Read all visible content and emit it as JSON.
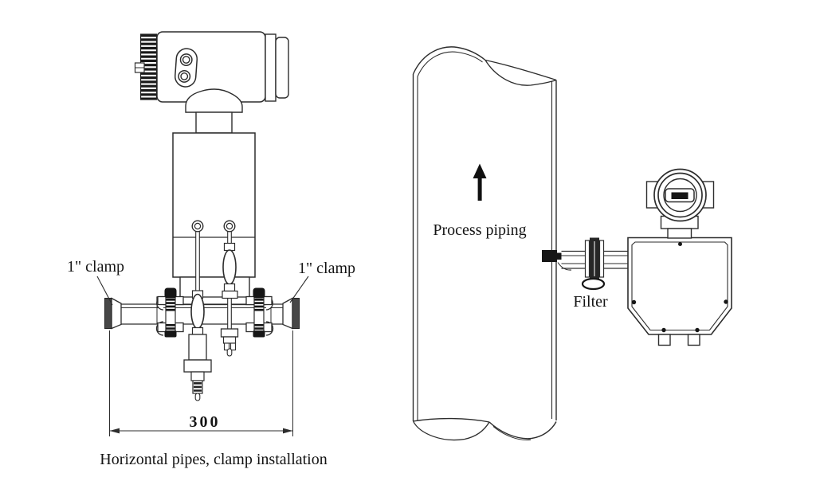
{
  "meta": {
    "background_color": "#ffffff",
    "line_color": "#2d2d2d",
    "text_color": "#141414",
    "dark_fill_color": "#161616"
  },
  "left_diagram": {
    "clamp_label_left": "1\" clamp",
    "clamp_label_right": "1\" clamp",
    "dimension_value": "300",
    "caption": "Horizontal pipes, clamp installation"
  },
  "right_diagram": {
    "pipe_label": "Process piping",
    "filter_label": "Filter",
    "flow_arrow_icon": "up-arrow"
  }
}
